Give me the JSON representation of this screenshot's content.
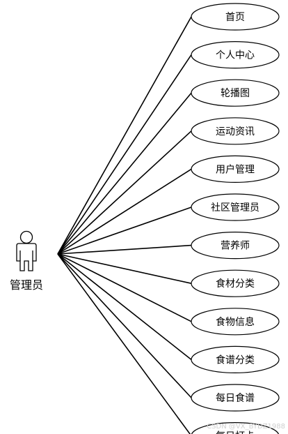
{
  "actor": {
    "name": "管理员"
  },
  "use_cases": [
    "首页",
    "个人中心",
    "轮播图",
    "运动资讯",
    "用户管理",
    "社区管理员",
    "营养师",
    "食材分类",
    "食物信息",
    "食谱分类",
    "每日食谱",
    "每日打卡"
  ],
  "watermark": "CSDN @VX_BYDZ1988",
  "colors": {
    "stroke": "#000000",
    "fill": "#ffffff"
  }
}
